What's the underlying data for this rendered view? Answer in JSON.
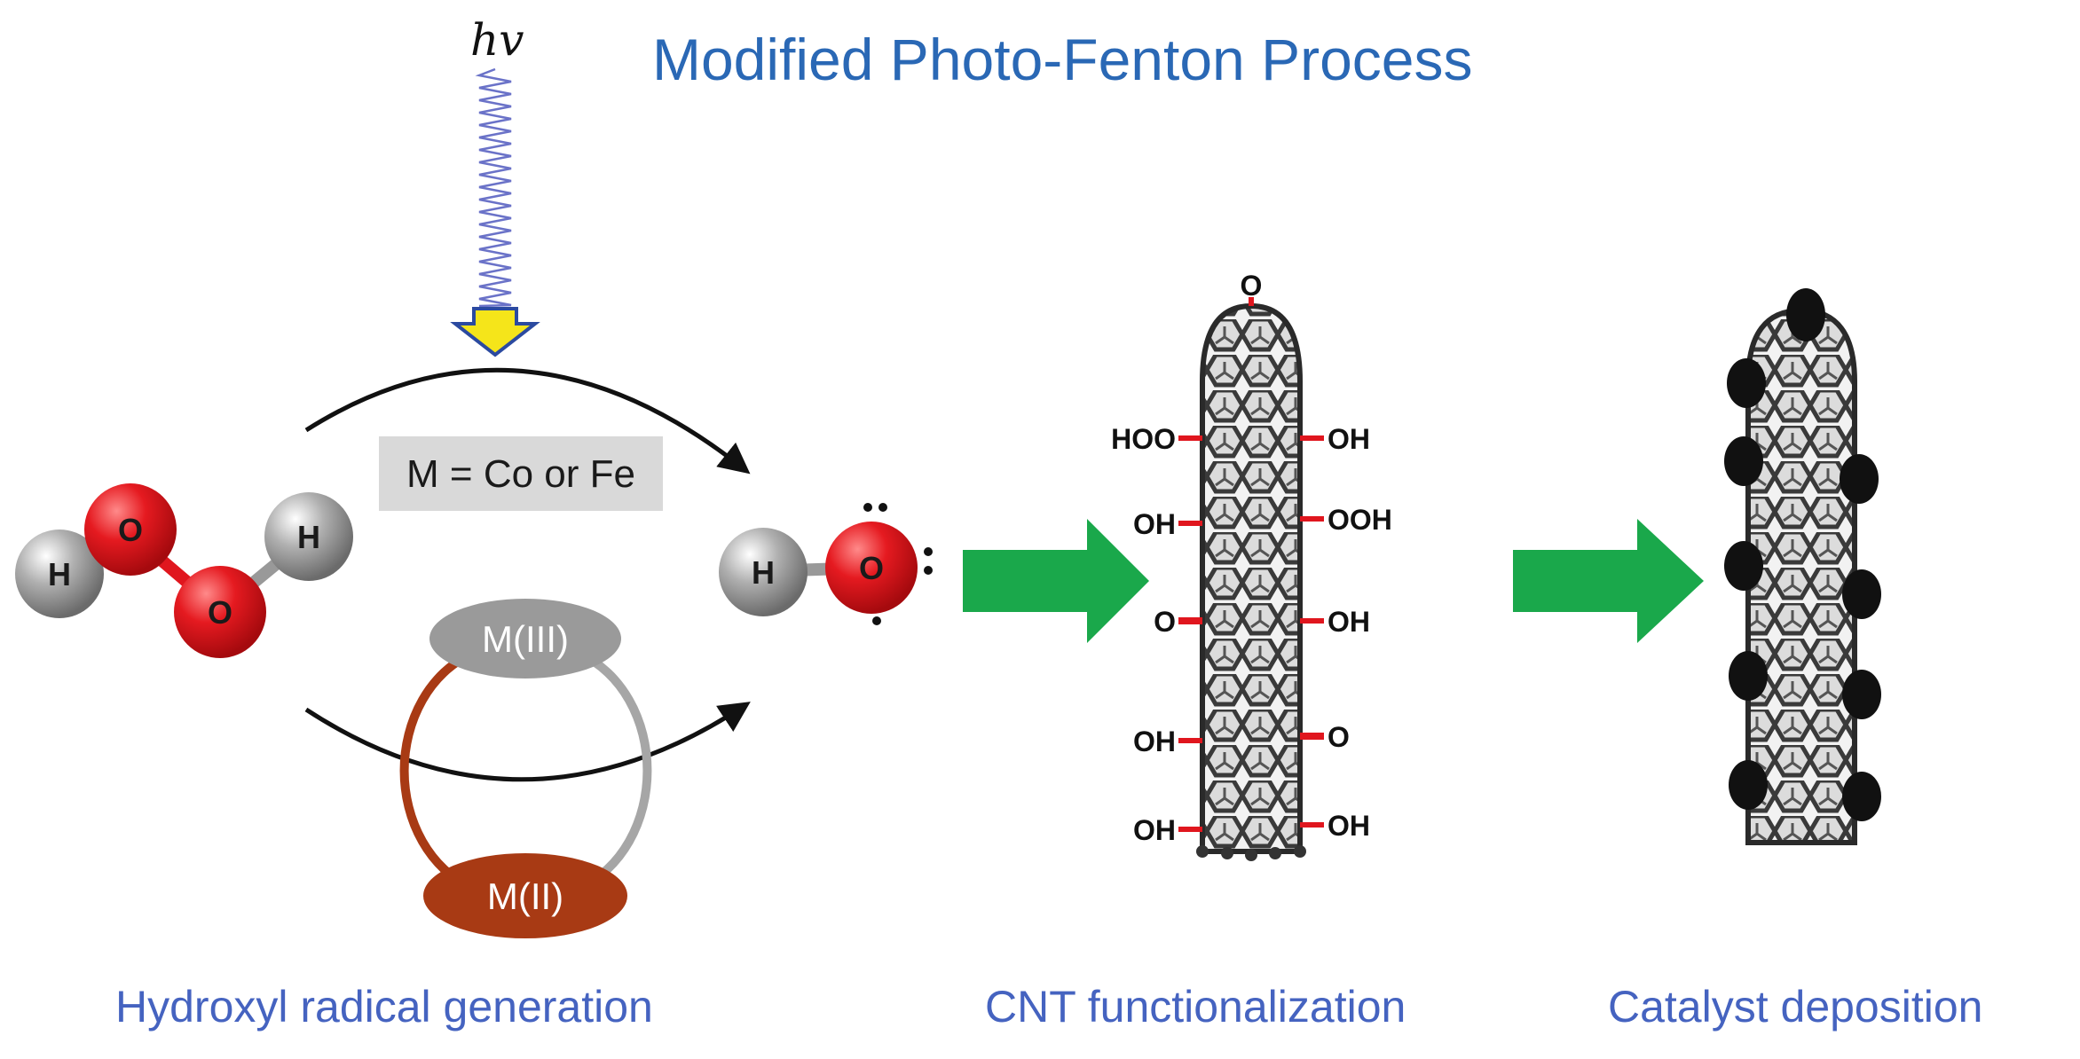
{
  "title": "Modified Photo-Fenton Process",
  "light": {
    "label": "hv"
  },
  "catalyst_box": {
    "label": "M = Co or Fe"
  },
  "metal_cycle": {
    "upper": "M(III)",
    "lower": "M(II)"
  },
  "h2o2": {
    "atoms": [
      "H",
      "O",
      "O",
      "H"
    ]
  },
  "hydroxyl": {
    "atoms": [
      "H",
      "O"
    ]
  },
  "cnt_groups": {
    "top": "O",
    "left": [
      "HOO",
      "OH",
      "O",
      "OH",
      "OH"
    ],
    "right": [
      "OH",
      "OOH",
      "OH",
      "O",
      "OH"
    ]
  },
  "captions": {
    "step1": "Hydroxyl radical generation",
    "step2": "CNT functionalization",
    "step3": "Catalyst deposition"
  },
  "colors": {
    "title": "#2a68b5",
    "caption": "#4563c0",
    "oxygen": "#e0161e",
    "hydrogen": "#9a9a9a",
    "arrow": "#1aa84b",
    "m3": "#9a9a9a",
    "m2": "#a83a14",
    "light_arrow": "#f5e51a"
  }
}
